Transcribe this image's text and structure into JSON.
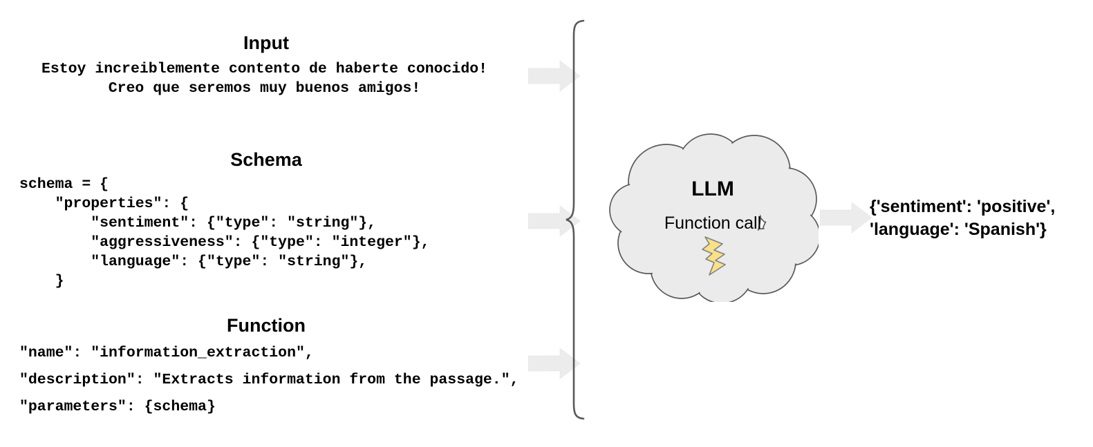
{
  "diagram": {
    "title": "LLM function-call extraction pipeline",
    "background_color": "#ffffff",
    "arrow_color": "#ececec",
    "cloud_fill": "#ebebeb",
    "cloud_stroke": "#595959",
    "bolt_fill": "#f9e08a",
    "bolt_stroke": "#808080",
    "brace_color": "#595959",
    "text_color": "#000000"
  },
  "sections": {
    "input": {
      "heading": "Input",
      "lines": [
        "Estoy increiblemente contento de haberte conocido!",
        "Creo que seremos muy buenos amigos!"
      ],
      "text": "Estoy increiblemente contento de haberte conocido!\nCreo que seremos muy buenos amigos!"
    },
    "schema": {
      "heading": "Schema",
      "lines": [
        "schema = {",
        "    \"properties\": {",
        "        \"sentiment\": {\"type\": \"string\"},",
        "        \"aggressiveness\": {\"type\": \"integer\"},",
        "        \"language\": {\"type\": \"string\"},",
        "    }"
      ],
      "text": "schema = {\n    \"properties\": {\n        \"sentiment\": {\"type\": \"string\"},\n        \"aggressiveness\": {\"type\": \"integer\"},\n        \"language\": {\"type\": \"string\"},\n    }"
    },
    "function": {
      "heading": "Function",
      "lines": [
        "\"name\": \"information_extraction\",",
        "\"description\": \"Extracts information from the passage.\",",
        "\"parameters\": {schema}"
      ],
      "text": "\"name\": \"information_extraction\",\n\"description\": \"Extracts information from the passage.\",\n\"parameters\": {schema}"
    }
  },
  "model": {
    "title": "LLM",
    "subtitle": "Function call",
    "icon": "lightning-bolt-icon"
  },
  "output": {
    "lines": [
      "{'sentiment': 'positive',",
      "'language': 'Spanish'}"
    ],
    "text": "{'sentiment': 'positive',\n'language': 'Spanish'}"
  },
  "arrows": {
    "input_to_llm": "arrow-right-icon",
    "schema_to_llm": "arrow-right-icon",
    "function_to_llm": "arrow-right-icon",
    "llm_to_output": "arrow-right-icon",
    "grouping": "curly-brace"
  }
}
